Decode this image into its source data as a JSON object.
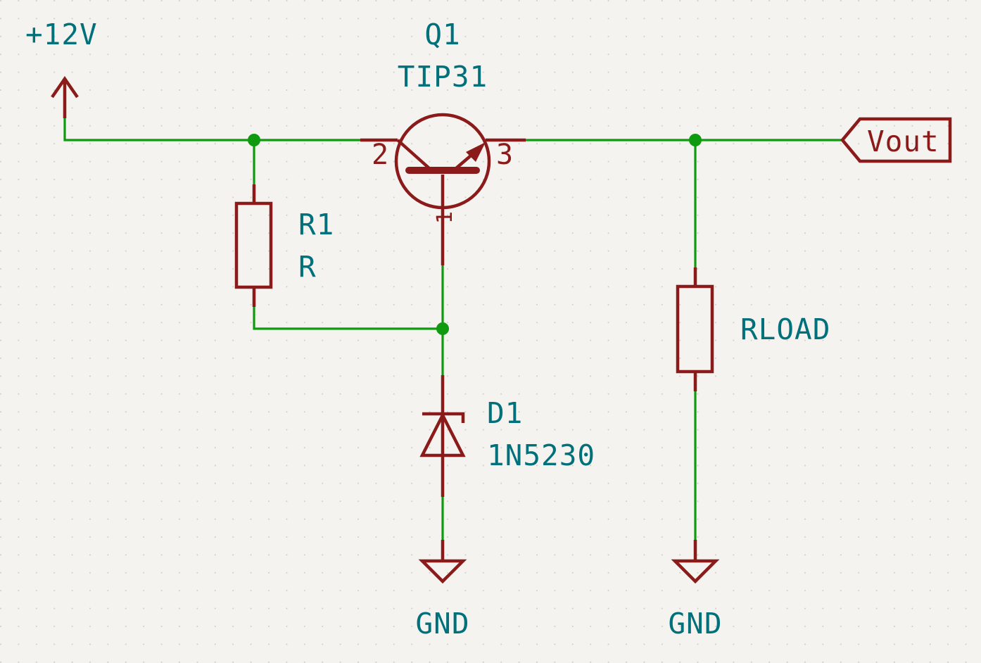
{
  "power": {
    "label": "+12V"
  },
  "transistor": {
    "ref": "Q1",
    "value": "TIP31",
    "pin_left": "2",
    "pin_right": "3",
    "pin_bottom": "1"
  },
  "resistor": {
    "ref": "R1",
    "value": "R"
  },
  "zener": {
    "ref": "D1",
    "value": "1N5230"
  },
  "load": {
    "label": "RLOAD"
  },
  "output": {
    "label": "Vout"
  },
  "ground_left": {
    "label": "GND"
  },
  "ground_right": {
    "label": "GND"
  },
  "colors": {
    "wire": "#0f9a0f",
    "symbol": "#8b1a1a",
    "text": "#00707a",
    "background": "#f5f3ef"
  }
}
